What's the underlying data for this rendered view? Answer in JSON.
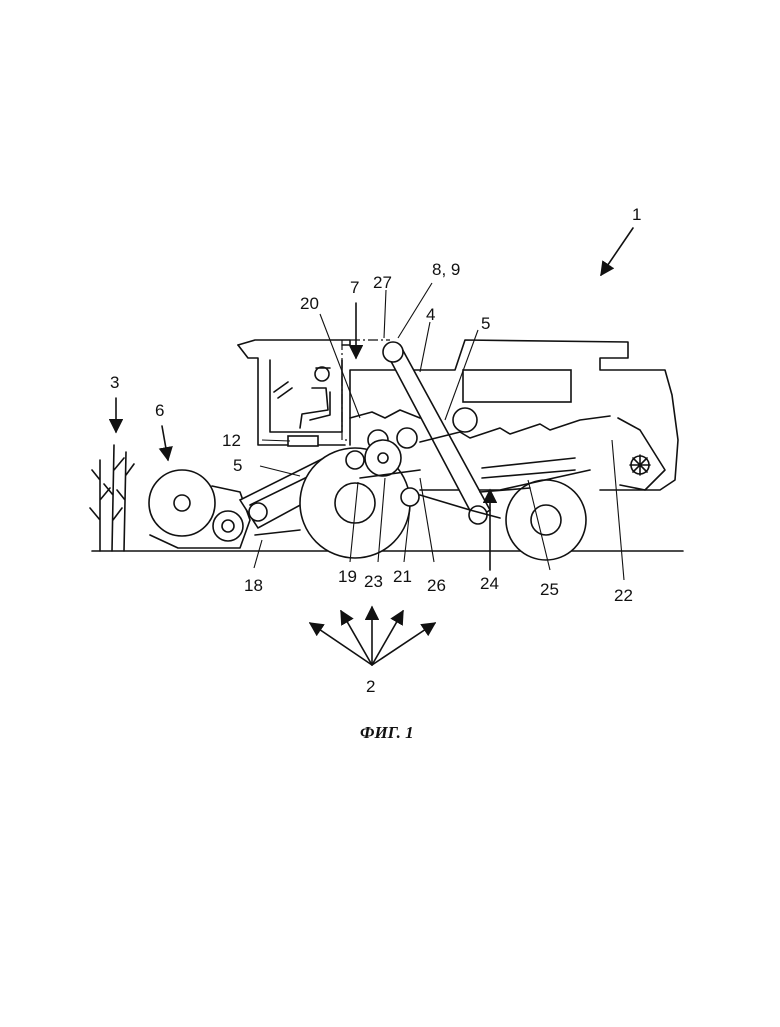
{
  "caption": "ФИГ. 1",
  "labels": {
    "l1": "1",
    "l2": "2",
    "l3": "3",
    "l4": "4",
    "l5a": "5",
    "l5b": "5",
    "l6": "6",
    "l7": "7",
    "l8_9": "8, 9",
    "l12": "12",
    "l18": "18",
    "l19": "19",
    "l20": "20",
    "l21": "21",
    "l22": "22",
    "l23": "23",
    "l24": "24",
    "l25": "25",
    "l26": "26",
    "l27": "27"
  }
}
